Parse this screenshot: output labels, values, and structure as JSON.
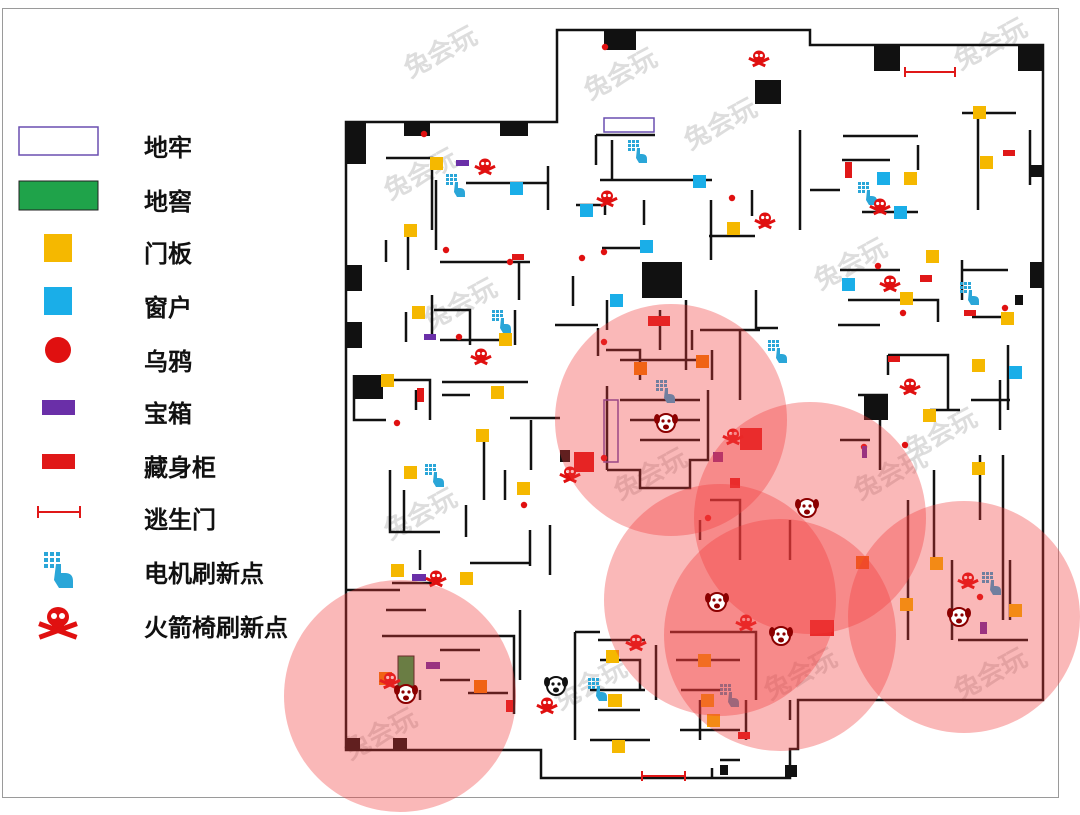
{
  "legend": [
    {
      "key": "dungeon",
      "label": "地牢",
      "icon": "hollow-purple-rect",
      "color": "#6a4fb0"
    },
    {
      "key": "cellar",
      "label": "地窖",
      "icon": "green-rect",
      "color": "#1fa34a"
    },
    {
      "key": "pallet",
      "label": "门板",
      "icon": "yellow-square",
      "color": "#f5b800"
    },
    {
      "key": "window",
      "label": "窗户",
      "icon": "blue-square",
      "color": "#1aaee8"
    },
    {
      "key": "crow",
      "label": "乌鸦",
      "icon": "red-dot",
      "color": "#e01010"
    },
    {
      "key": "chest",
      "label": "宝箱",
      "icon": "purple-rect",
      "color": "#6a2fa8"
    },
    {
      "key": "locker",
      "label": "藏身柜",
      "icon": "red-rect",
      "color": "#e01818"
    },
    {
      "key": "exit",
      "label": "逃生门",
      "icon": "exit-gate-icon",
      "color": "#e01818"
    },
    {
      "key": "generator",
      "label": "电机刷新点",
      "icon": "generator-hand-icon",
      "color": "#2aa6d8"
    },
    {
      "key": "chair",
      "label": "火箭椅刷新点",
      "icon": "skull-crossbones-icon",
      "color": "#e01010"
    }
  ],
  "watermark": "兔会玩",
  "colors": {
    "wall": "#111111",
    "danger_zone": "#f03a3a",
    "survivor_icon": "#8b0000"
  }
}
